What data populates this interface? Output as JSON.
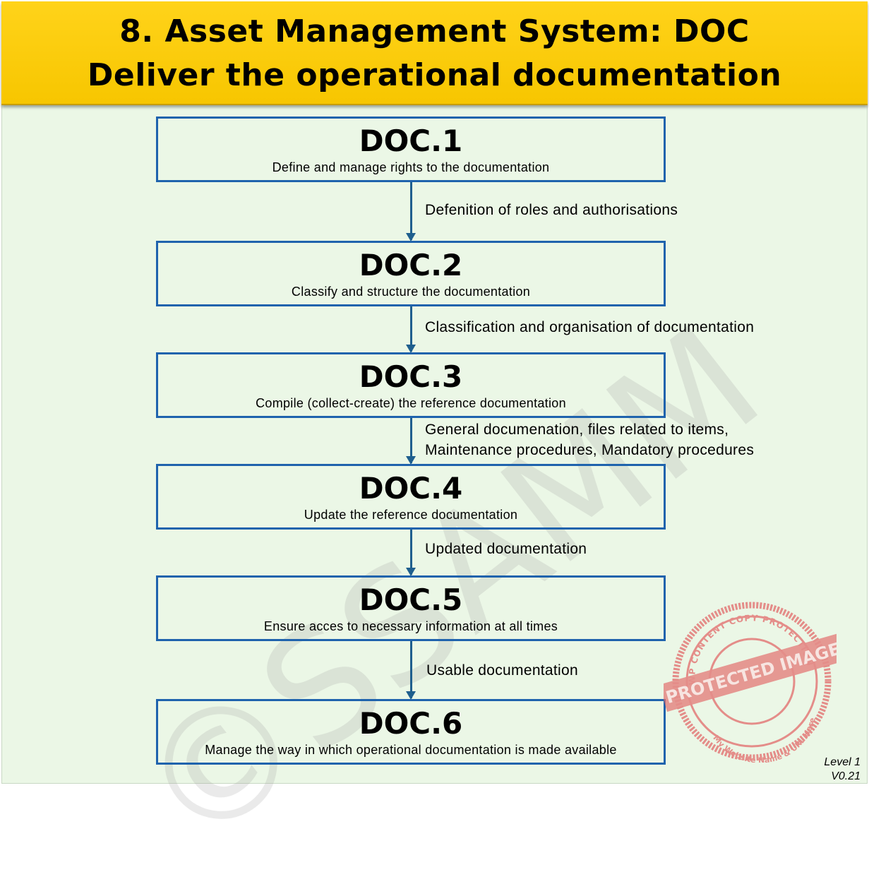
{
  "header": {
    "line1": "8. Asset Management System: DOC",
    "line2": "Deliver the operational documentation"
  },
  "watermark": "©SSAMM",
  "steps": [
    {
      "code": "DOC.1",
      "desc": "Define and manage rights to the documentation"
    },
    {
      "code": "DOC.2",
      "desc": "Classify and structure the documentation"
    },
    {
      "code": "DOC.3",
      "desc": "Compile (collect-create) the reference documentation"
    },
    {
      "code": "DOC.4",
      "desc": "Update the reference documentation"
    },
    {
      "code": "DOC.5",
      "desc": "Ensure acces to necessary information at all times"
    },
    {
      "code": "DOC.6",
      "desc": "Manage the way in which operational documentation is made available"
    }
  ],
  "flows": [
    {
      "line1": "Defenition of roles and authorisations"
    },
    {
      "line1": "Classification and organisation of documentation"
    },
    {
      "line1": "General documenation,  files related to items,",
      "line2": "Maintenance procedures, Mandatory procedures"
    },
    {
      "line1": "Updated documentation"
    },
    {
      "line1": "Usable documentation"
    }
  ],
  "stamp": {
    "top_text": "WP CONTENT COPY PROTECTION PLUGIN",
    "band_text": "PROTECTED IMAGE",
    "bottom_text": "My Website Name & URL Here",
    "color": "#e26a6a"
  },
  "footer": {
    "level": "Level 1",
    "version": "V0.21"
  },
  "colors": {
    "header_bg": "#ffd31a",
    "canvas_bg": "#ebf7e6",
    "box_border": "#1f63ad",
    "arrow": "#1f5f8e"
  }
}
